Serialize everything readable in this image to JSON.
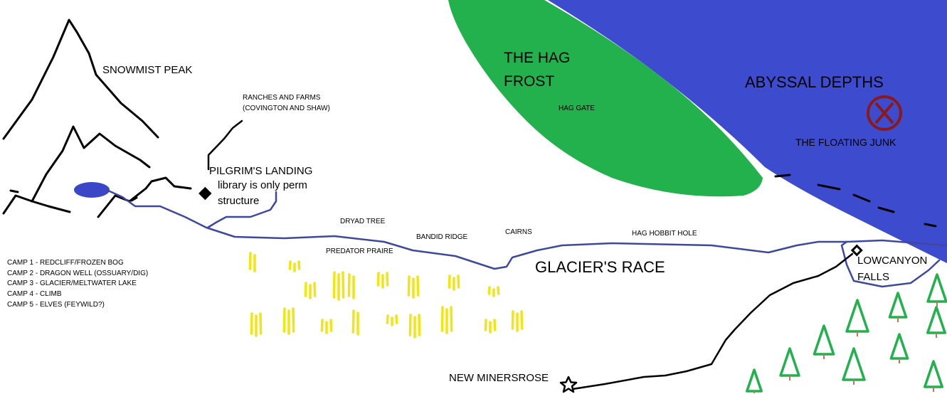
{
  "colors": {
    "ocean": "#3d4bce",
    "forest_region": "#22b14c",
    "river": "#3f48a0",
    "lake": "#3a48c8",
    "wheat": "#f0e611",
    "tree": "#22b14c",
    "trunk": "#b97a57",
    "junk_marker": "#8a1a1a",
    "ink": "#000000"
  },
  "icons": {
    "settlement": "diamond-icon",
    "capital": "star-icon",
    "wreck": "circled-x-icon",
    "forest": "pine-tree-icon",
    "farmland": "wheat-field-icon"
  },
  "labels": {
    "snowmist_peak": "SNOWMIST PEAK",
    "ranches_line1": "RANCHES AND FARMS",
    "ranches_line2": "(COVINGTON AND SHAW)",
    "pilgrims_landing": "PILGRIM'S LANDING",
    "library_line1": "library is only perm",
    "library_line2": "structure",
    "hag_frost_line1": "THE HAG",
    "hag_frost_line2": "FROST",
    "hag_gate": "HAG GATE",
    "abyssal_depths": "ABYSSAL DEPTHS",
    "floating_junk": "THE FLOATING JUNK",
    "dryad_tree": "DRYAD TREE",
    "bandid_ridge": "BANDID RIDGE",
    "cairns": "CAIRNS",
    "hag_hobbit_hole": "HAG HOBBIT HOLE",
    "predator_praire": "PREDATOR PRAIRE",
    "glaciers_race": "GLACIER'S RACE",
    "lowcanyon_line1": "LOWCANYON",
    "lowcanyon_line2": "FALLS",
    "new_minersrose": "NEW MINERSROSE"
  },
  "camps": [
    "CAMP 1 - REDCLIFF/FROZEN BOG",
    "CAMP 2 - DRAGON WELL (OSSUARY/DIG)",
    "CAMP 3 - GLACIER/MELTWATER LAKE",
    "CAMP 4 - CLIMB",
    "CAMP 5 - ELVES (FEYWILD?)"
  ]
}
